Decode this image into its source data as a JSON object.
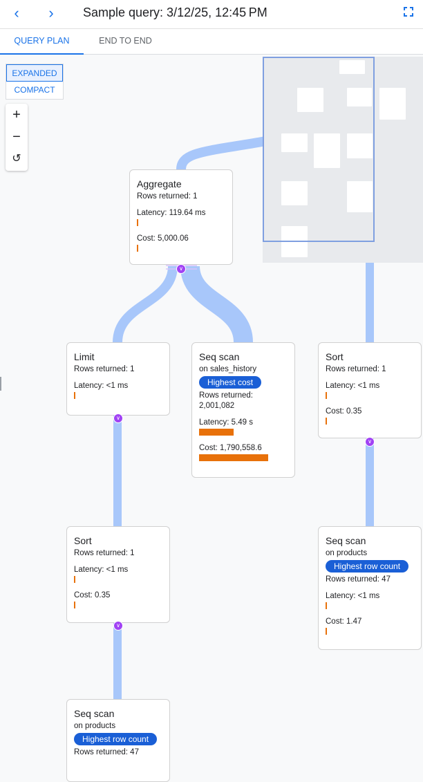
{
  "header": {
    "title": "Sample query: 3/12/25, 12:45 PM",
    "back_icon": "chevron-left-icon",
    "forward_icon": "chevron-right-icon",
    "fullscreen_icon": "fullscreen-icon"
  },
  "tabs": [
    {
      "label": "QUERY PLAN",
      "active": true
    },
    {
      "label": "END TO END",
      "active": false
    }
  ],
  "view_modes": [
    {
      "label": "EXPANDED",
      "selected": true
    },
    {
      "label": "COMPACT",
      "selected": false
    }
  ],
  "zoom_controls": {
    "zoom_in": "+",
    "zoom_out": "−",
    "reset": "↺"
  },
  "colors": {
    "accent": "#1a73e8",
    "badge": "#1a5fd6",
    "bar": "#e8710a",
    "link": "#a8c7fa",
    "expander": "#a142f4"
  },
  "nodes": {
    "aggregate": {
      "title": "Aggregate",
      "rows": "Rows returned: 1",
      "latency": "Latency: 119.64 ms",
      "cost": "Cost: 5,000.06"
    },
    "limit": {
      "title": "Limit",
      "rows": "Rows returned: 1",
      "latency": "Latency: <1 ms"
    },
    "seq_sales": {
      "title": "Seq scan",
      "on": "on sales_history",
      "badge": "Highest cost",
      "rows_label": "Rows returned:",
      "rows_value": "2,001,082",
      "latency": "Latency: 5.49 s",
      "cost": "Cost: 1,790,558.6"
    },
    "sort_right": {
      "title": "Sort",
      "rows": "Rows returned: 1",
      "latency": "Latency: <1 ms",
      "cost": "Cost: 0.35"
    },
    "sort_left": {
      "title": "Sort",
      "rows": "Rows returned: 1",
      "latency": "Latency: <1 ms",
      "cost": "Cost: 0.35"
    },
    "seq_products_right": {
      "title": "Seq scan",
      "on": "on products",
      "badge": "Highest row count",
      "rows": "Rows returned: 47",
      "latency": "Latency: <1 ms",
      "cost": "Cost: 1.47"
    },
    "seq_products_left": {
      "title": "Seq scan",
      "on": "on products",
      "badge": "Highest row count",
      "rows": "Rows returned: 47"
    }
  }
}
